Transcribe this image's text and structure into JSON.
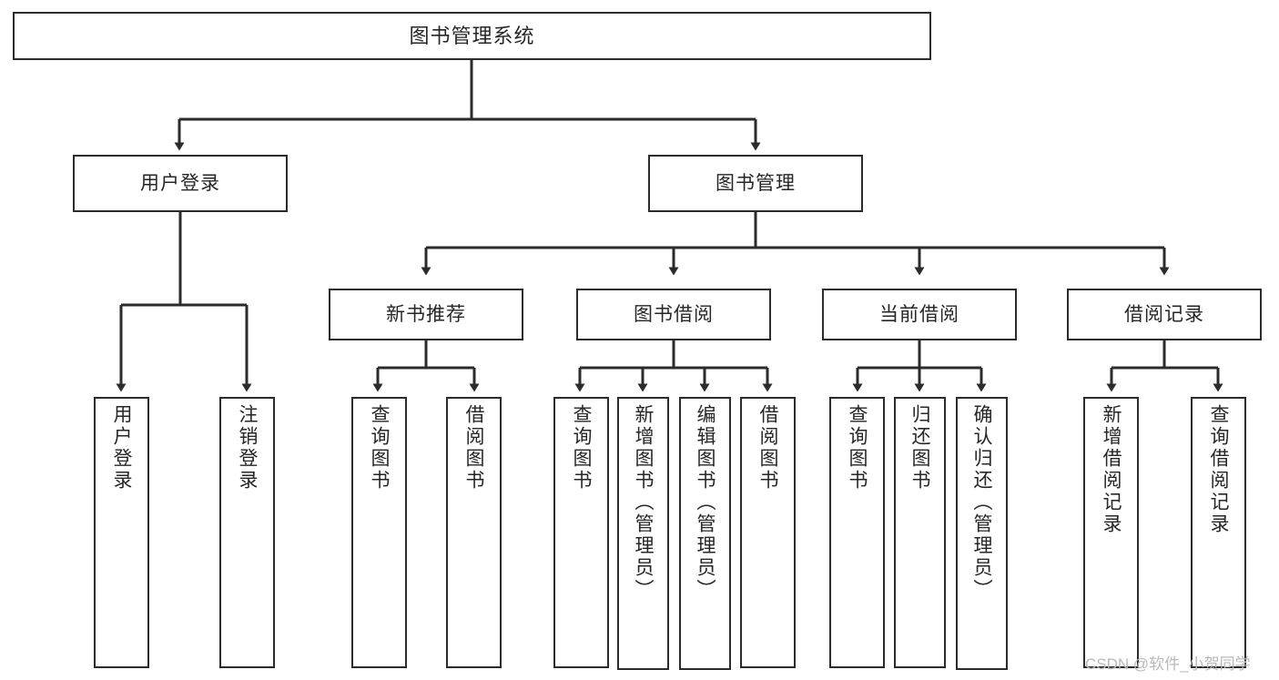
{
  "diagram": {
    "title": "图书管理系统",
    "type": "tree-hierarchy-chart",
    "colors": {
      "background": "#ffffff",
      "border": "#2b2b2b",
      "text": "#262626",
      "edge": "#2b2b2b",
      "watermark": "#b9b9b9"
    }
  },
  "root": {
    "label": "图书管理系统"
  },
  "level2": [
    {
      "label": "用户登录"
    },
    {
      "label": "图书管理"
    }
  ],
  "level3": [
    {
      "label": "新书推荐"
    },
    {
      "label": "图书借阅"
    },
    {
      "label": "当前借阅"
    },
    {
      "label": "借阅记录"
    }
  ],
  "leaves": {
    "user_login": [
      {
        "label": "用户登录"
      },
      {
        "label": "注销登录"
      }
    ],
    "new_book_recommend": [
      {
        "label": "查询图书"
      },
      {
        "label": "借阅图书"
      }
    ],
    "book_borrow": [
      {
        "label": "查询图书"
      },
      {
        "label": "新增图书（管理员）"
      },
      {
        "label": "编辑图书（管理员）"
      },
      {
        "label": "借阅图书"
      }
    ],
    "current_borrow": [
      {
        "label": "查询图书"
      },
      {
        "label": "归还图书"
      },
      {
        "label": "确认归还（管理员）"
      }
    ],
    "borrow_records": [
      {
        "label": "新增借阅记录"
      },
      {
        "label": "查询借阅记录"
      }
    ]
  },
  "watermark": {
    "text": "CSDN @软件_小贺同学"
  },
  "chart_data": {
    "type": "tree",
    "title": "图书管理系统",
    "nodes": [
      {
        "id": "root",
        "label": "图书管理系统",
        "level": 0,
        "parent": null
      },
      {
        "id": "n1",
        "label": "用户登录",
        "level": 1,
        "parent": "root"
      },
      {
        "id": "n2",
        "label": "图书管理",
        "level": 1,
        "parent": "root"
      },
      {
        "id": "n1a",
        "label": "用户登录",
        "level": 2,
        "parent": "n1"
      },
      {
        "id": "n1b",
        "label": "注销登录",
        "level": 2,
        "parent": "n1"
      },
      {
        "id": "n2a",
        "label": "新书推荐",
        "level": 2,
        "parent": "n2"
      },
      {
        "id": "n2b",
        "label": "图书借阅",
        "level": 2,
        "parent": "n2"
      },
      {
        "id": "n2c",
        "label": "当前借阅",
        "level": 2,
        "parent": "n2"
      },
      {
        "id": "n2d",
        "label": "借阅记录",
        "level": 2,
        "parent": "n2"
      },
      {
        "id": "n2a1",
        "label": "查询图书",
        "level": 3,
        "parent": "n2a"
      },
      {
        "id": "n2a2",
        "label": "借阅图书",
        "level": 3,
        "parent": "n2a"
      },
      {
        "id": "n2b1",
        "label": "查询图书",
        "level": 3,
        "parent": "n2b"
      },
      {
        "id": "n2b2",
        "label": "新增图书（管理员）",
        "level": 3,
        "parent": "n2b"
      },
      {
        "id": "n2b3",
        "label": "编辑图书（管理员）",
        "level": 3,
        "parent": "n2b"
      },
      {
        "id": "n2b4",
        "label": "借阅图书",
        "level": 3,
        "parent": "n2b"
      },
      {
        "id": "n2c1",
        "label": "查询图书",
        "level": 3,
        "parent": "n2c"
      },
      {
        "id": "n2c2",
        "label": "归还图书",
        "level": 3,
        "parent": "n2c"
      },
      {
        "id": "n2c3",
        "label": "确认归还（管理员）",
        "level": 3,
        "parent": "n2c"
      },
      {
        "id": "n2d1",
        "label": "新增借阅记录",
        "level": 3,
        "parent": "n2d"
      },
      {
        "id": "n2d2",
        "label": "查询借阅记录",
        "level": 3,
        "parent": "n2d"
      }
    ]
  }
}
